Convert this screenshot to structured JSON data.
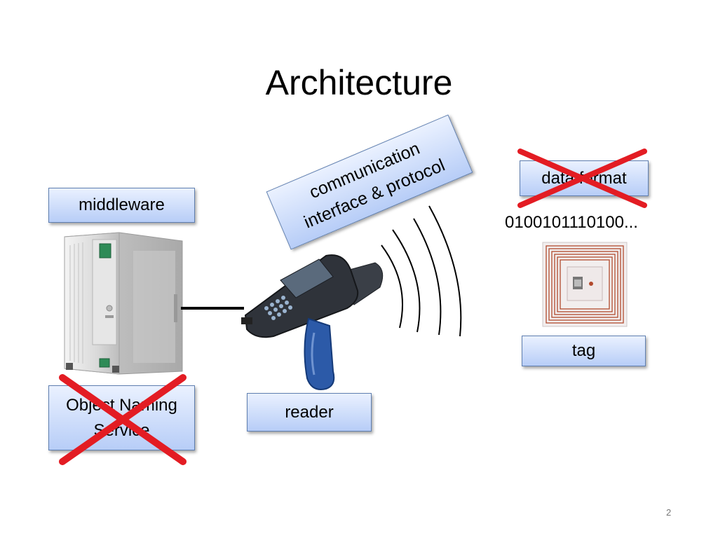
{
  "slide": {
    "title": "Architecture",
    "page_number": "2"
  },
  "labels": {
    "middleware": "middleware",
    "ons_line1": "Object Naming",
    "ons_line2": "Service",
    "reader": "reader",
    "communication_line1": "communication",
    "communication_line2": "interface & protocol",
    "data_format": "data format",
    "bit_string": "0100101110100...",
    "tag": "tag"
  },
  "colors": {
    "box_fill_top": "#eaf1ff",
    "box_fill_bottom": "#b7cdf7",
    "box_border": "#5f7fb0",
    "cross_out": "#e31c23"
  },
  "icons": [
    "server-tower-icon",
    "rfid-handheld-reader-icon",
    "radio-waves-icon",
    "rfid-tag-icon"
  ]
}
